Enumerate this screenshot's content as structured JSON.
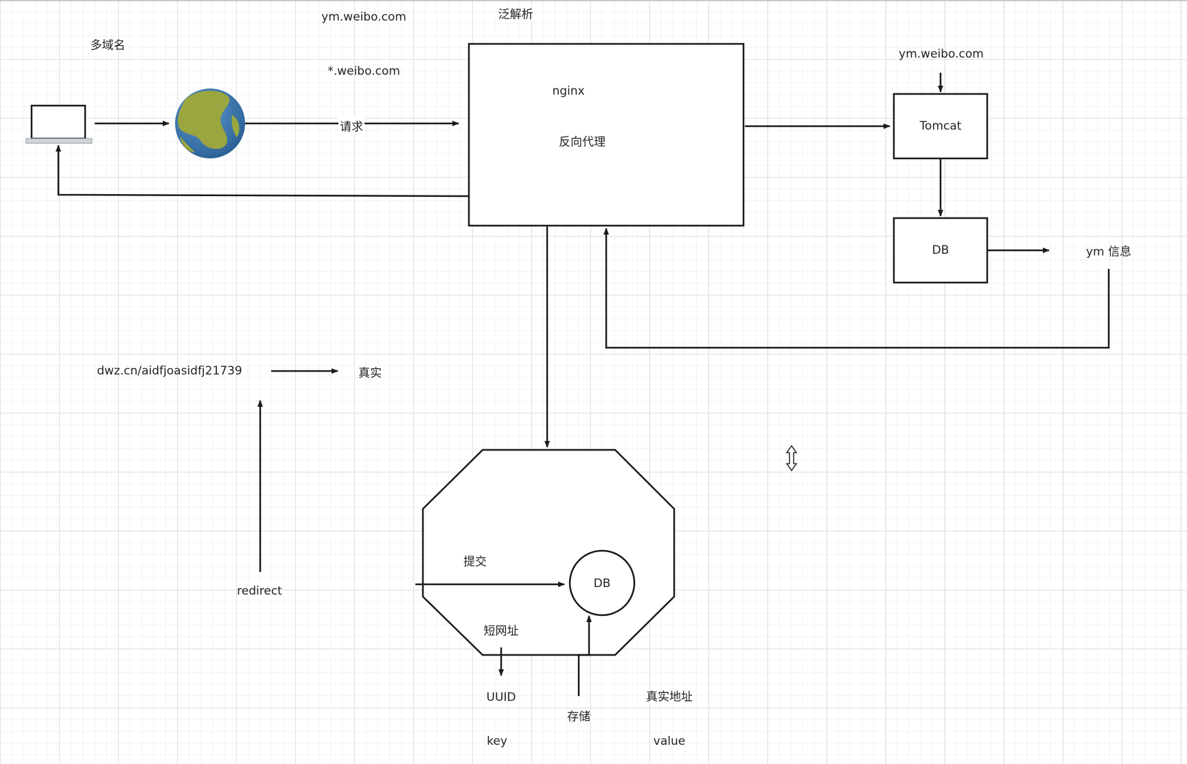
{
  "labels": {
    "multi_domain": "多域名",
    "ym_domain_top": "ym.weibo.com",
    "wildcard_resolve": "泛解析",
    "wildcard_domain": "*.weibo.com",
    "request": "请求",
    "nginx": "nginx",
    "reverse_proxy": "反向代理",
    "ym_domain_right": "ym.weibo.com",
    "tomcat": "Tomcat",
    "db_rect": "DB",
    "ym_info": "ym 信息",
    "short_url": "dwz.cn/aidfjoasidfj21739",
    "real": "真实",
    "redirect": "redirect",
    "submit": "提交",
    "db_circle": "DB",
    "short_address": "短网址",
    "uuid": "UUID",
    "store": "存储",
    "real_address": "真实地址",
    "key": "key",
    "value": "value"
  },
  "colors": {
    "stroke": "#1a1a1a",
    "globe_ocean": "#3a78b0",
    "globe_land": "#9aa63f"
  },
  "icons": {
    "client": "laptop-icon",
    "internet": "globe-icon",
    "cursor": "resize-vertical-cursor-icon"
  }
}
